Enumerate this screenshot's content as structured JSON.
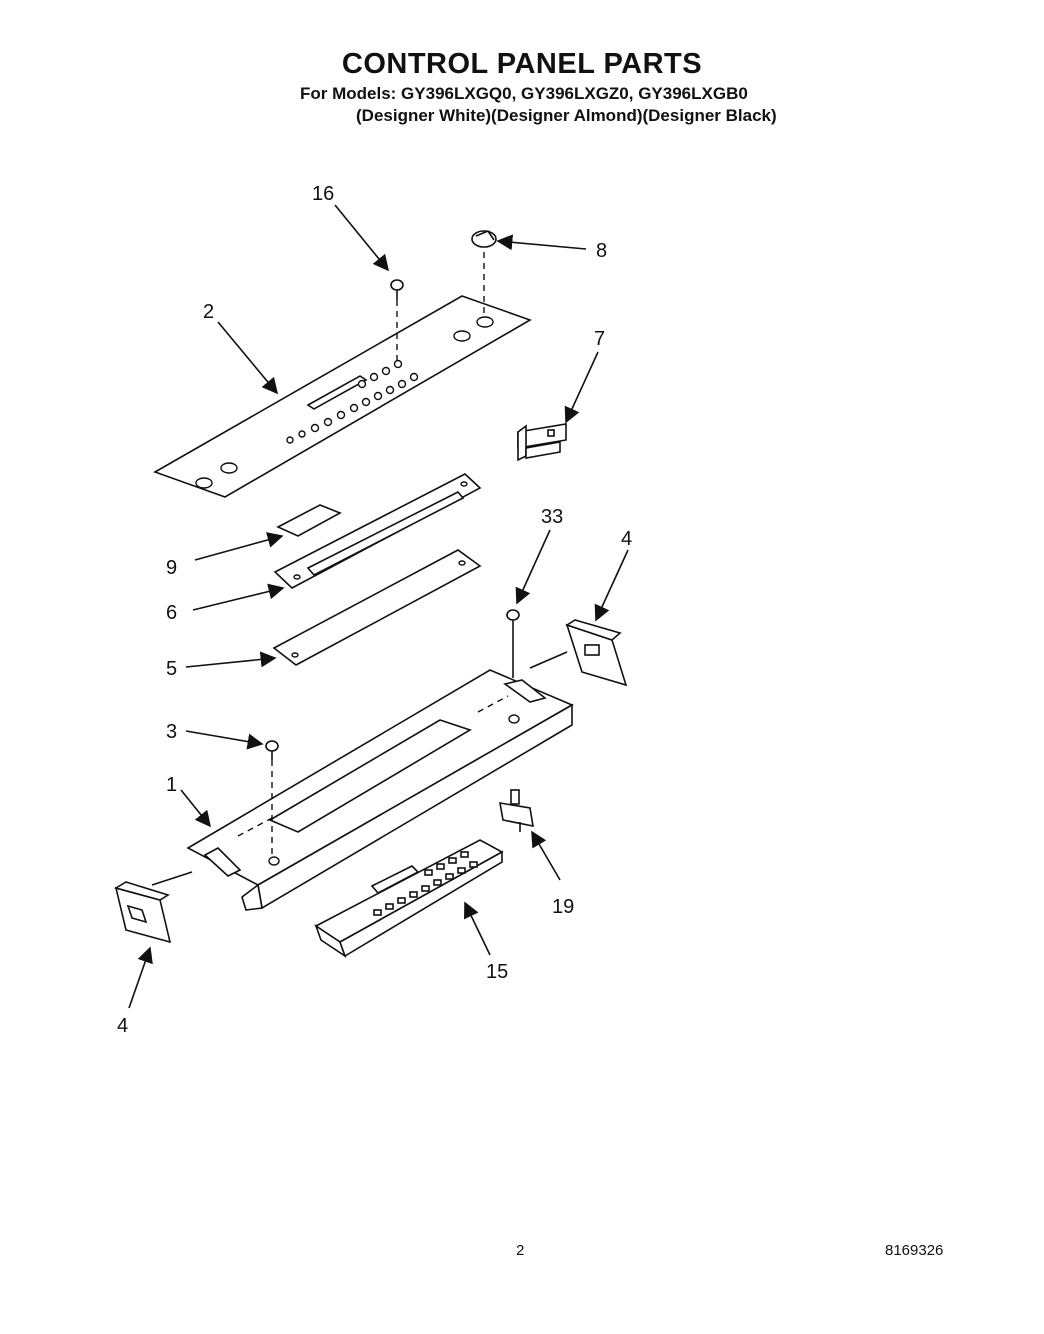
{
  "header": {
    "title": "CONTROL PANEL PARTS",
    "models": "For Models: GY396LXGQ0, GY396LXGZ0, GY396LXGB0",
    "variants": "(Designer White)(Designer Almond)(Designer Black)"
  },
  "callouts": {
    "c16": "16",
    "c8": "8",
    "c2": "2",
    "c7": "7",
    "c33": "33",
    "c4a": "4",
    "c9": "9",
    "c6": "6",
    "c5": "5",
    "c3": "3",
    "c1": "1",
    "c19": "19",
    "c15": "15",
    "c4b": "4"
  },
  "footer": {
    "page": "2",
    "doc_number": "8169326"
  }
}
